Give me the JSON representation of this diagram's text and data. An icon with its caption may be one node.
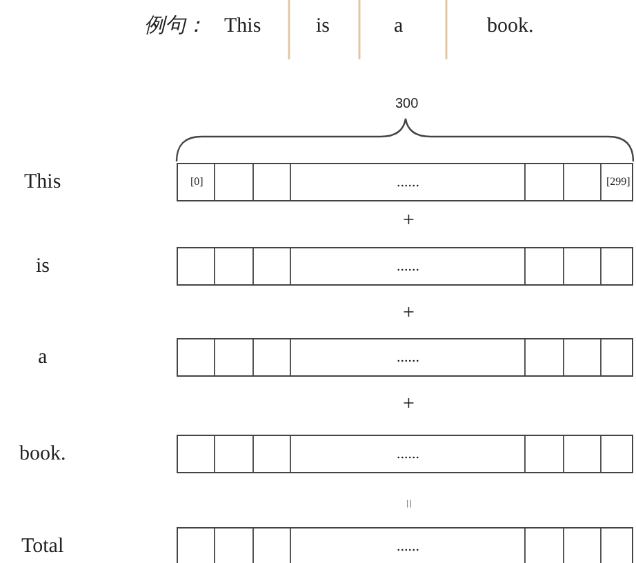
{
  "diagram": {
    "nodes": [
      {
        "text": [
          "[0]",
          "......",
          "[299]"
        ]
      },
      {
        "text": [
          "......"
        ]
      },
      {
        "text": [
          "......"
        ]
      },
      {
        "text": [
          "......"
        ]
      },
      {
        "text": [
          "......"
        ]
      }
    ],
    "labels": [
      "例句：",
      "This",
      "is",
      "a",
      "book.",
      "300",
      "This",
      "+",
      "is",
      "+",
      "a",
      "+",
      "book.",
      "=",
      "Total"
    ]
  }
}
